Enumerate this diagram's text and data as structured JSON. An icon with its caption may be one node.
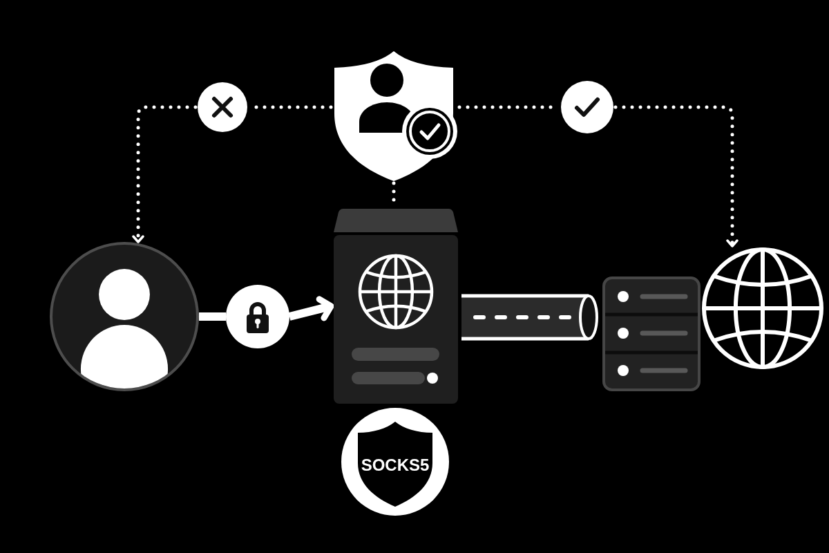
{
  "diagram": {
    "nodes": [
      {
        "text": [],
        "shape": "circle"
      },
      {
        "text": [],
        "shape": "shield"
      },
      {
        "text": [],
        "shape": "circle"
      },
      {
        "text": [],
        "shape": "person"
      },
      {
        "text": [],
        "shape": "circle"
      },
      {
        "text": [],
        "shape": "box"
      },
      {
        "text": [],
        "shape": "cylinder"
      },
      {
        "text": [],
        "shape": "box"
      },
      {
        "text": [],
        "shape": "circle"
      },
      {
        "text": [
          "SOCKS5"
        ]
      }
    ],
    "edges": [
      {
        "from": 1,
        "to": 0,
        "arrow": "none",
        "style": "dashed"
      },
      {
        "from": 0,
        "to": 3,
        "arrow": "to",
        "style": "dashed"
      },
      {
        "from": 1,
        "to": 2,
        "arrow": "none",
        "style": "dashed"
      },
      {
        "from": 2,
        "to": 8,
        "arrow": "to",
        "style": "dashed"
      },
      {
        "from": 1,
        "to": 5,
        "arrow": "none",
        "style": "dashed"
      },
      {
        "from": 3,
        "to": 4,
        "arrow": "none",
        "style": "thick"
      },
      {
        "from": 4,
        "to": 5,
        "arrow": "to",
        "style": "thick"
      }
    ]
  }
}
